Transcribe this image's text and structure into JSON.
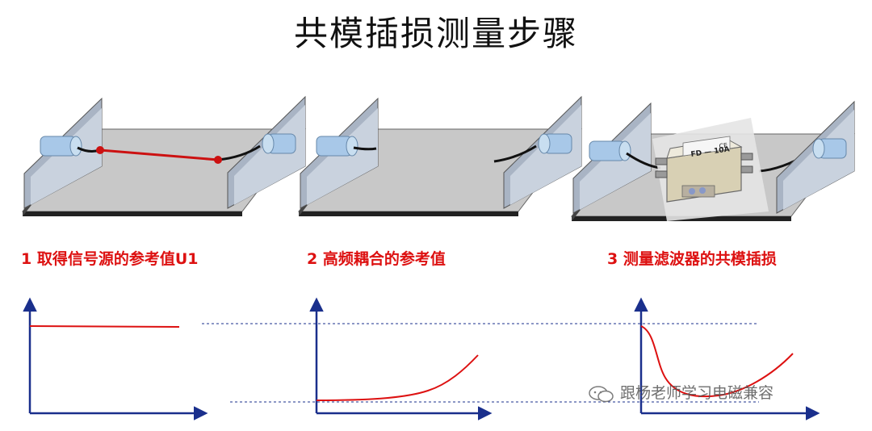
{
  "title": "共模插损测量步骤",
  "steps": [
    {
      "label": "1 取得信号源的参考值U1"
    },
    {
      "label": "2 高频耦合的参考值"
    },
    {
      "label": "3 测量滤波器的共模插损"
    }
  ],
  "filter_label": {
    "model": "FD — 10A",
    "brand": "CE"
  },
  "watermark": "跟杨老师学习电磁兼容",
  "colors": {
    "accent": "#dd1111",
    "axis": "#1a2f8c",
    "plate": "#c8c8c8",
    "wall": "#a9b4c4",
    "connector": "#a8c8e8"
  }
}
